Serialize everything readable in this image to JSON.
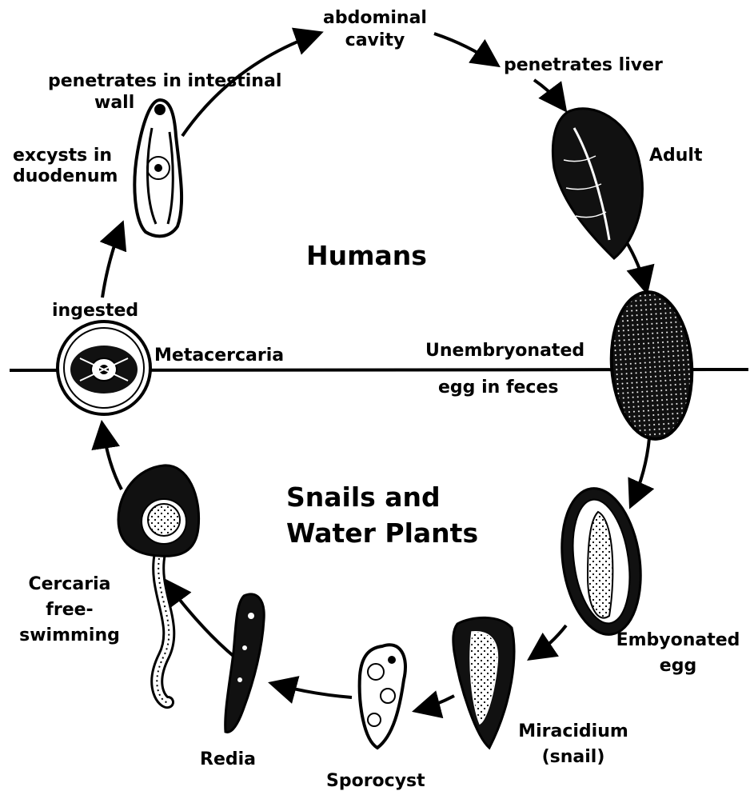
{
  "regions": {
    "upper": "Humans",
    "lower_line1": "Snails and",
    "lower_line2": "Water Plants"
  },
  "stages": {
    "abdominal_cavity": [
      "abdominal",
      "cavity"
    ],
    "penetrates_liver": "penetrates liver",
    "adult": "Adult",
    "unembryonated_egg": [
      "Unembryonated",
      "egg in feces"
    ],
    "embryonated_egg": [
      "Embyonated",
      "egg"
    ],
    "miracidium": [
      "Miracidium",
      "(snail)"
    ],
    "sporocyst": "Sporocyst",
    "redia": "Redia",
    "cercaria": [
      "Cercaria",
      "free-",
      "swimming"
    ],
    "metacercaria": "Metacercaria",
    "ingested": "ingested",
    "excysts": [
      "excysts in",
      "duodenum"
    ],
    "penetrates_intestinal_wall": [
      "penetrates in intestinal",
      "wall"
    ]
  },
  "icons": [
    "adult-fluke-icon",
    "unembryonated-egg-icon",
    "embryonated-egg-icon",
    "miracidium-icon",
    "sporocyst-icon",
    "redia-icon",
    "cercaria-icon",
    "metacercaria-icon",
    "excysting-fluke-icon"
  ],
  "colors": {
    "ink": "#000000",
    "paper": "#ffffff"
  }
}
